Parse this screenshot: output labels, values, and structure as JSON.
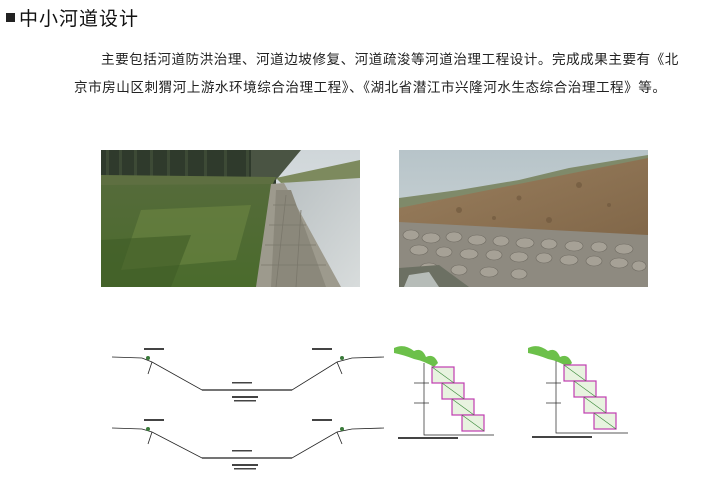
{
  "header": {
    "title": "中小河道设计"
  },
  "body": {
    "paragraph": "主要包括河道防洪治理、河道边坡修复、河道疏浚等河道治理工程设计。完成成果主要有《北京市房山区刺猬河上游水环境综合治理工程》、《湖北省潜江市兴隆河水生态综合治理工程》等。"
  },
  "figures": {
    "photo_left": "river-channel-photo",
    "photo_right": "gabion-slope-photo",
    "drawing_sections": "cross-section-drawings",
    "drawing_gabion_1": "gabion-retaining-wall-drawing",
    "drawing_gabion_2": "gabion-retaining-wall-drawing"
  }
}
